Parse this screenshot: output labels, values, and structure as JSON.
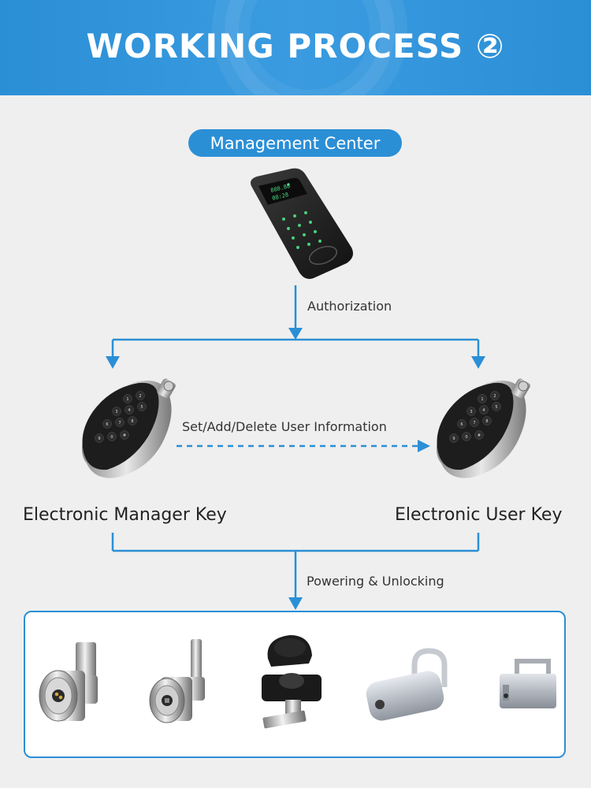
{
  "header": {
    "title": "WORKING PROCESS ②"
  },
  "diagram": {
    "management_center_label": "Management Center",
    "authorization_label": "Authorization",
    "set_add_delete_label": "Set/Add/Delete User Information",
    "manager_key_label": "Electronic Manager Key",
    "user_key_label": "Electronic User Key",
    "powering_label": "Powering & Unlocking"
  },
  "colors": {
    "accent": "#2b8fd6",
    "background": "#efefef",
    "panel_background": "#ffffff"
  },
  "devices": {
    "programmer_icon": "handheld-programmer-icon",
    "key_icon": "electronic-key-icon",
    "locks": [
      "cam-lock-icon",
      "cam-lock-round-icon",
      "covered-cam-lock-icon",
      "padlock-icon",
      "small-padlock-icon"
    ]
  }
}
